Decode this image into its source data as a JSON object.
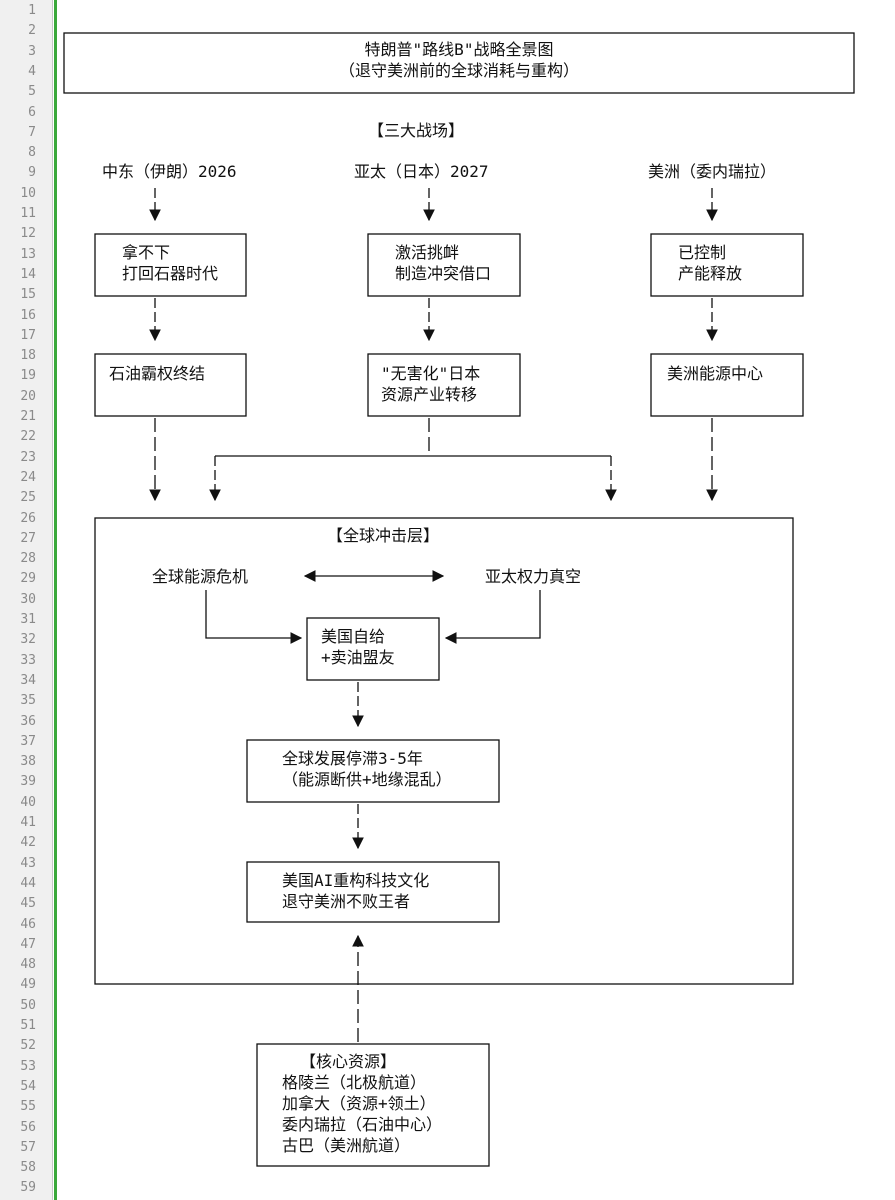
{
  "editor": {
    "line_numbers": [
      "1",
      "2",
      "3",
      "4",
      "5",
      "6",
      "7",
      "8",
      "9",
      "10",
      "11",
      "12",
      "13",
      "14",
      "15",
      "16",
      "17",
      "18",
      "19",
      "20",
      "21",
      "22",
      "23",
      "24",
      "25",
      "26",
      "27",
      "28",
      "29",
      "30",
      "31",
      "32",
      "33",
      "34",
      "35",
      "36",
      "37",
      "38",
      "39",
      "40",
      "41",
      "42",
      "43",
      "44",
      "45",
      "46",
      "47",
      "48",
      "49",
      "50",
      "51",
      "52",
      "53",
      "54",
      "55",
      "56",
      "57",
      "58",
      "59"
    ],
    "gutter_color": "#3aa83a"
  },
  "header": {
    "title": "特朗普\"路线B\"战略全景图",
    "subtitle": "（退守美洲前的全球消耗与重构）"
  },
  "battlefields": {
    "heading": "【三大战场】",
    "middle_east": {
      "label": "中东（伊朗）2026",
      "step1_line1": "拿不下",
      "step1_line2": "打回石器时代",
      "step2_line1": "石油霸权终结"
    },
    "asia_pacific": {
      "label": "亚太（日本）2027",
      "step1_line1": "激活挑衅",
      "step1_line2": "制造冲突借口",
      "step2_line1": "\"无害化\"日本",
      "step2_line2": "资源产业转移"
    },
    "americas": {
      "label": "美洲（委内瑞拉）",
      "step1_line1": "已控制",
      "step1_line2": "产能释放",
      "step2_line1": "美洲能源中心"
    }
  },
  "global_impact": {
    "heading": "【全球冲击层】",
    "left": "全球能源危机",
    "right": "亚太权力真空",
    "us_line1": "美国自给",
    "us_line2": "+卖油盟友",
    "stall_line1": "全球发展停滞3-5年",
    "stall_line2": "（能源断供+地缘混乱）",
    "final_line1": "美国AI重构科技文化",
    "final_line2": "退守美洲不败王者"
  },
  "core_resources": {
    "heading": "【核心资源】",
    "items": [
      "格陵兰（北极航道）",
      "加拿大（资源+领土）",
      "委内瑞拉（石油中心）",
      "古巴（美洲航道）"
    ]
  }
}
